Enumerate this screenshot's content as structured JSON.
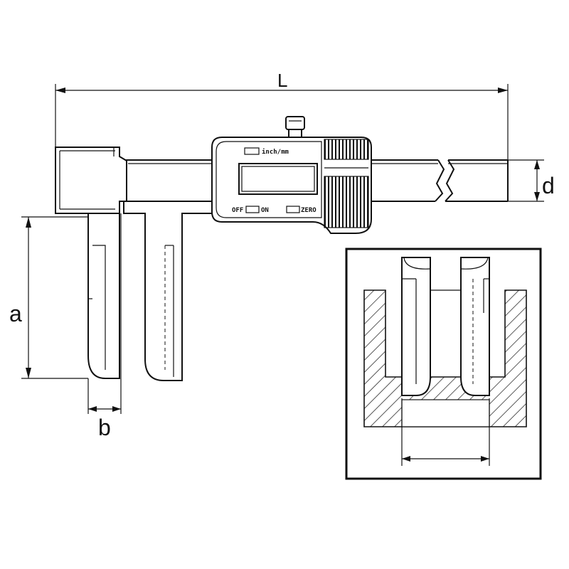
{
  "dimensions": {
    "length_label": "L",
    "depth_label": "d",
    "jaw_height_label": "a",
    "jaw_width_label": "b"
  },
  "display": {
    "unit_button": "inch/mm",
    "off_on_button": "OFF",
    "on_label": "ON",
    "zero_button": "ZERO"
  },
  "colors": {
    "line": "#111111",
    "background": "#ffffff"
  }
}
